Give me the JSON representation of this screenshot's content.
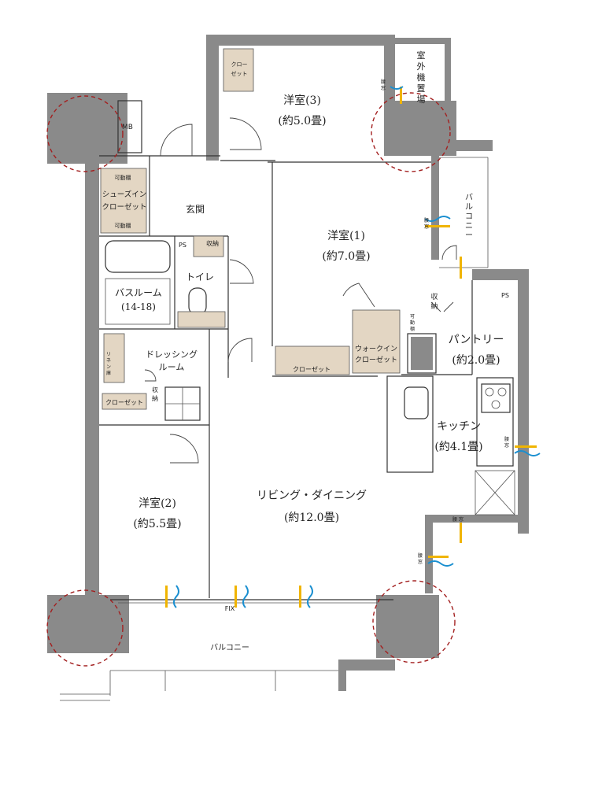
{
  "rooms": {
    "western3": {
      "name": "洋室(3)",
      "size": "(約5.0畳)"
    },
    "western1": {
      "name": "洋室(1)",
      "size": "(約7.0畳)"
    },
    "western2": {
      "name": "洋室(2)",
      "size": "(約5.5畳)"
    },
    "living": {
      "name": "リビング・ダイニング",
      "size": "(約12.0畳)"
    },
    "pantry": {
      "name": "パントリー",
      "size": "(約2.0畳)"
    },
    "kitchen": {
      "name": "キッチン",
      "size": "(約4.1畳)"
    },
    "bath": {
      "name": "バスルーム",
      "size": "(14-18)"
    },
    "dressing": {
      "line1": "ドレッシング",
      "line2": "ルーム"
    },
    "entrance": "玄関",
    "toilet": "トイレ",
    "shoes_closet": {
      "line1": "シューズイン",
      "line2": "クローゼット"
    },
    "walkin_closet": {
      "line1": "ウォークイン",
      "line2": "クローゼット"
    }
  },
  "labels": {
    "outdoor_unit": [
      "室",
      "外",
      "機",
      "置",
      "場"
    ],
    "balcony_main": "バルコニー",
    "balcony_side": [
      "バ",
      "ル",
      "コ",
      "ニ",
      "ー"
    ],
    "fix": "FIX",
    "mb": "MB",
    "ps": "PS",
    "closet": "クローゼット",
    "closet_small": [
      "クロー",
      "ゼット"
    ],
    "storage": [
      "収",
      "納"
    ],
    "movable_shelf": "可動棚",
    "movable_shelf_v": [
      "可",
      "動",
      "棚"
    ],
    "waist_window": [
      "腰",
      "窓"
    ],
    "linen": [
      "リ",
      "ネ",
      "ン",
      "庫"
    ]
  }
}
